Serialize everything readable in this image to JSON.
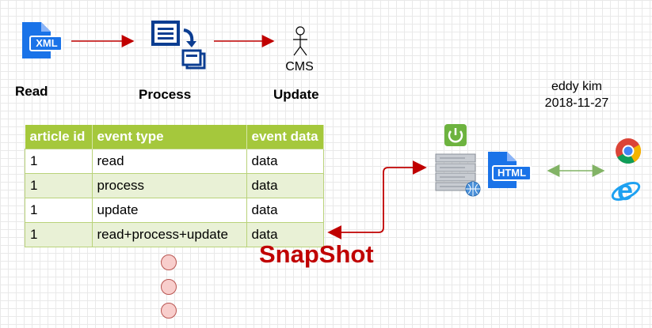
{
  "flow": {
    "read_label": "Read",
    "process_label": "Process",
    "update_label": "Update",
    "xml_icon_text": "XML",
    "cms_label": "CMS"
  },
  "author": {
    "name": "eddy kim",
    "date": "2018-11-27"
  },
  "table": {
    "headers": [
      "article id",
      "event type",
      "event data"
    ],
    "rows": [
      [
        "1",
        "read",
        "data"
      ],
      [
        "1",
        "process",
        "data"
      ],
      [
        "1",
        "update",
        "data"
      ],
      [
        "1",
        "read+process+update",
        "data"
      ]
    ]
  },
  "snapshot_label": "SnapShot",
  "html_icon_text": "HTML",
  "colors": {
    "table_header": "#a5c83c",
    "arrow_red": "#c00000",
    "arrow_green": "#82b366",
    "icon_blue": "#1a73e8",
    "snapshot_text": "#c00000"
  }
}
